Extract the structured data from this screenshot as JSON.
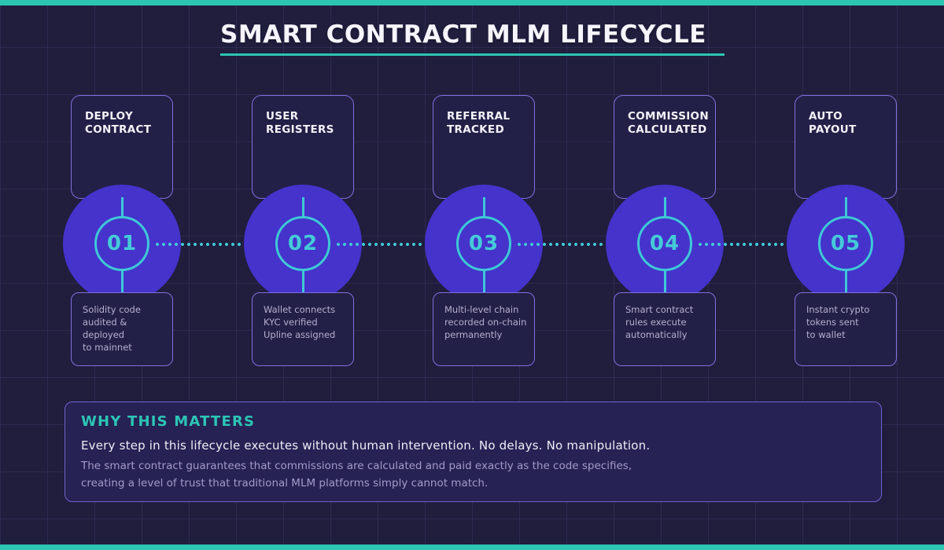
{
  "title": "SMART CONTRACT MLM LIFECYCLE",
  "steps": [
    {
      "num": "01",
      "title": "DEPLOY\nCONTRACT",
      "desc": "Solidity code\naudited & deployed\nto mainnet"
    },
    {
      "num": "02",
      "title": "USER\nREGISTERS",
      "desc": "Wallet connects\nKYC verified\nUpline assigned"
    },
    {
      "num": "03",
      "title": "REFERRAL\nTRACKED",
      "desc": "Multi-level chain\nrecorded on-chain\npermanently"
    },
    {
      "num": "04",
      "title": "COMMISSION\nCALCULATED",
      "desc": "Smart contract\nrules execute\nautomatically"
    },
    {
      "num": "05",
      "title": "AUTO\nPAYOUT",
      "desc": "Instant crypto\ntokens sent\nto wallet"
    }
  ],
  "why": {
    "heading": "WHY THIS MATTERS",
    "line1": "Every step in this lifecycle executes without human intervention. No delays. No manipulation.",
    "line2": "The smart contract guarantees that commissions are calculated and paid exactly as the code specifies,",
    "line3": "creating a level of trust that traditional MLM platforms simply cannot match."
  },
  "colors": {
    "accent_teal": "#2cc5b2",
    "diagram_cyan": "#3ec9d6",
    "circle_purple": "#4533cc",
    "card_background": "#232047",
    "card_border": "#8070de",
    "page_background": "#201d3d"
  }
}
